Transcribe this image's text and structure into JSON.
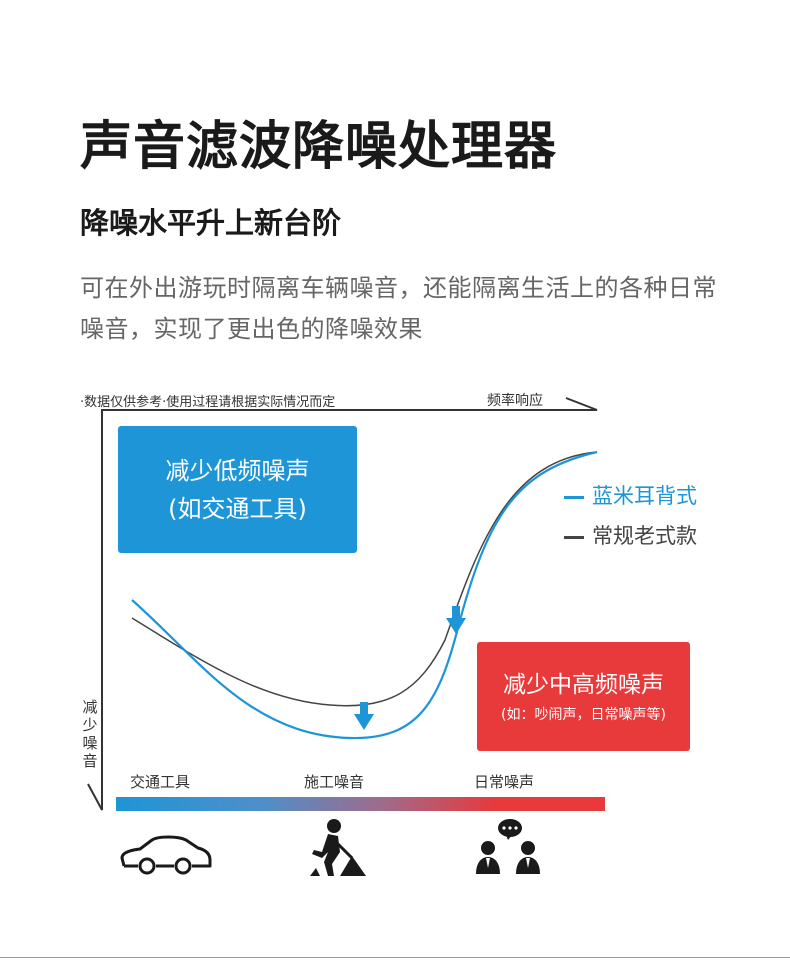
{
  "header": {
    "title": "声音滤波降噪处理器",
    "subtitle": "降噪水平升上新台阶",
    "description": "可在外出游玩时隔离车辆噪音，还能隔离生活上的各种日常噪音，实现了更出色的降噪效果"
  },
  "chart": {
    "note": "·数据仅供参考·使用过程请根据实际情况而定",
    "x_axis_label": "频率响应",
    "y_axis_label": "减少噪音",
    "box_low": {
      "line1": "减少低频噪声",
      "line2": "(如交通工具)"
    },
    "box_high": {
      "line1": "减少中高频噪声",
      "line2": "(如：吵闹声，日常噪声等)"
    },
    "legend": [
      {
        "label": "蓝米耳背式",
        "color": "#1e95d6"
      },
      {
        "label": "常规老式款",
        "color": "#444444"
      }
    ],
    "categories": [
      "交通工具",
      "施工噪音",
      "日常噪声"
    ],
    "colors": {
      "blue": "#1e95d6",
      "red": "#e8393b",
      "gray": "#444444"
    }
  },
  "icons": [
    "car-icon",
    "construction-worker-icon",
    "people-chat-icon"
  ]
}
